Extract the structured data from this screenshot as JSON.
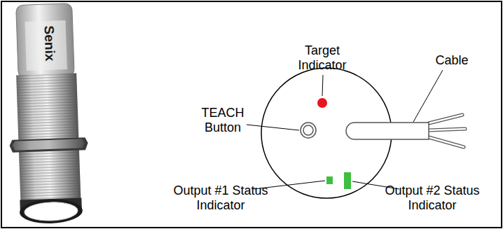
{
  "diagram": {
    "labels": [
      "Senix",
      "Target Indicator",
      "TEACH Button",
      "Cable",
      "Output #1 Status Indicator",
      "Output #2 Status Indicator"
    ]
  }
}
